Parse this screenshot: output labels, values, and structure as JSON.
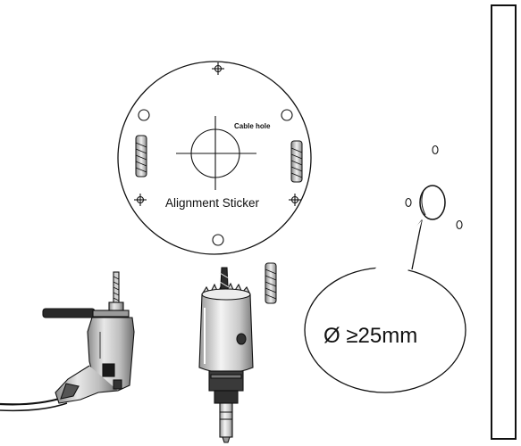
{
  "sticker": {
    "title": "Alignment Sticker",
    "cable_hole_label": "Cable hole"
  },
  "callout": {
    "text": "Ø ≥25mm"
  },
  "icons": [
    "alignment-sticker-icon",
    "wall-plug-icon",
    "power-drill-icon",
    "hole-saw-icon",
    "wall-panel-icon"
  ]
}
